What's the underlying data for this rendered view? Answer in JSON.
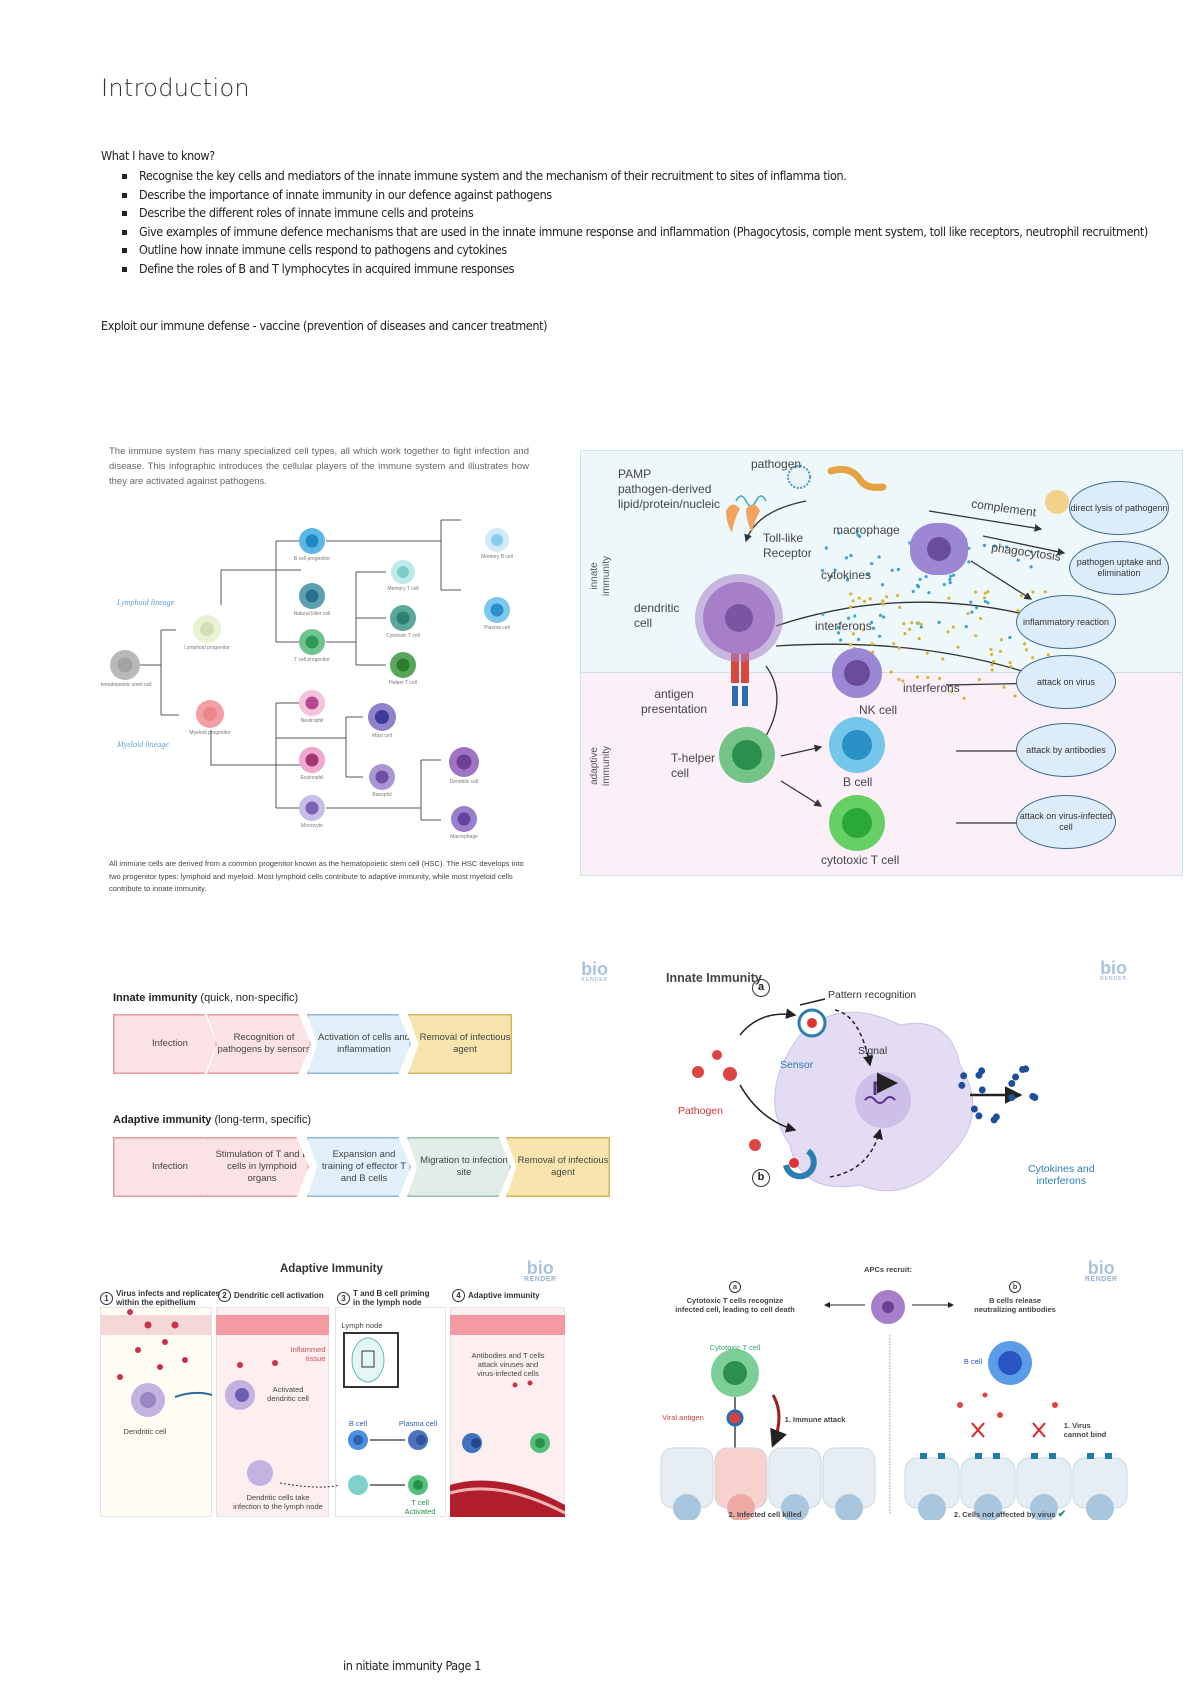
{
  "page": {
    "title": "Introduction",
    "what_to_know": "What I have to know?",
    "bullets": [
      "Recognise the key cells and mediators of the innate immune system and the mechanism of their recruitment to sites of inflamma tion.",
      "Describe the importance of  innate immunity in our defence against pathogens",
      "Describe the different roles of innate immune cells and proteins",
      "Give examples of immune defence mechanisms that are used in the innate immune response and inflammation (Phagocytosis, comple ment system, toll like receptors, neutrophil recruitment)",
      "Outline how innate immune cells respond to pathogens and cytokines",
      "Define the roles of B and T lymphocytes in acquired immune responses"
    ],
    "exploit": "Exploit our immune defense - vaccine (prevention of diseases and cancer treatment)",
    "footer": "in nitiate immunity Page 1"
  },
  "fig_lineage": {
    "intro": "The immune system has many specialized cell types, all which work together to fight infection and disease. This infographic introduces the cellular players of the immune system and illustrates how they are activated against pathogens.",
    "lymphoid_label": "Lymphoid lineage",
    "myeloid_label": "Myeloid lineage",
    "cells": [
      {
        "label": "Hematopoietic stem cell",
        "color": "#b9b9b9",
        "core": "#a2a2a2"
      },
      {
        "label": "Lymphoid progenitor",
        "color": "#e9f2d2",
        "core": "#d3deb8"
      },
      {
        "label": "Myeloid progenitor",
        "color": "#f2a0a4",
        "core": "#e8868c"
      },
      {
        "label": "B cell progenitor",
        "color": "#5bb6e6",
        "core": "#1f86c3"
      },
      {
        "label": "Natural killer cell",
        "color": "#5d9fb3",
        "core": "#2a6f8d"
      },
      {
        "label": "T cell progenitor",
        "color": "#6fc48e",
        "core": "#2f9a57"
      },
      {
        "label": "Memory T cell",
        "color": "#bfe9e6",
        "core": "#7ccfc9"
      },
      {
        "label": "Cytotoxic T cell",
        "color": "#5aa89a",
        "core": "#2d7f72"
      },
      {
        "label": "Helper T cell",
        "color": "#5aa65a",
        "core": "#2d7c2d"
      },
      {
        "label": "Memory B cell",
        "color": "#d2e9f8",
        "core": "#8ccbf0"
      },
      {
        "label": "Plasma cell",
        "color": "#7cc8ee",
        "core": "#2b8fcc"
      },
      {
        "label": "Neutrophil",
        "color": "#f5c2dc",
        "core": "#b5488f"
      },
      {
        "label": "Eosinophil",
        "color": "#f0a8cf",
        "core": "#a2356f"
      },
      {
        "label": "Monocyte",
        "color": "#c7bde8",
        "core": "#7d63b8"
      },
      {
        "label": "Mast cell",
        "color": "#8f82c8",
        "core": "#3c3a9c"
      },
      {
        "label": "Basophil",
        "color": "#aa96d0",
        "core": "#6b4fa6"
      },
      {
        "label": "Dendritic cell",
        "color": "#a072c2",
        "core": "#6b3f93"
      },
      {
        "label": "Macrophage",
        "color": "#9a7fcf",
        "core": "#65469f"
      }
    ],
    "caption": "All immune cells are derived from a common progenitor known as the hematopoietic stem cell (HSC). The HSC develops into two progenitor types: lymphoid and myeloid. Most lymphoid cells contribute to adaptive immunity, while most myeloid cells contribute to innate immunity."
  },
  "fig_overview": {
    "innate_label": "innate immunity",
    "adaptive_label": "adaptive immunity",
    "pamp": "PAMP\npathogen-derived\nlipid/protein/nucleic",
    "pathogen": "pathogen",
    "complement": "complement",
    "toll_like": "Toll-like\nReceptor",
    "macrophage": "macrophage",
    "phagocytosis": "phagocytosis",
    "cytokines": "cytokines",
    "dendritic": "dendritic\ncell",
    "interferons_1": "interferons",
    "interferons_2": "interferons",
    "nk_cell": "NK cell",
    "antigen_presentation": "antigen\npresentation",
    "t_helper": "T-helper\ncell",
    "b_cell": "B cell",
    "cytotoxic": "cytotoxic T cell",
    "outcomes": [
      "direct lysis of pathogenn",
      "pathogen uptake and elimination",
      "inflammatory reaction",
      "attack on virus",
      "attack by antibodies",
      "attack on virus-infected cell"
    ],
    "colors": {
      "innate_bg": "#eef8fb",
      "adaptive_bg": "#fbf0f8",
      "oval": "#dcecf8"
    }
  },
  "fig_flow": {
    "logo": "bio",
    "logo_sub": "RENDER",
    "innate_title_bold": "Innate immunity",
    "innate_title_rest": " (quick, non-specific)",
    "innate_steps": [
      "Infection",
      "Recognition of pathogens by sensors",
      "Activation of cells and inflammation",
      "Removal of infectious agent"
    ],
    "adaptive_title_bold": "Adaptive immunity",
    "adaptive_title_rest": " (long-term, specific)",
    "adaptive_steps": [
      "Infection",
      "Stimulation of T and B cells in lymphoid organs",
      "Expansion and training of effector T and B cells",
      "Migration to infection site",
      "Removal of infectious agent"
    ]
  },
  "fig_innate": {
    "title": "Innate Immunity",
    "logo": "bio",
    "logo_sub": "RENDER",
    "a": "a",
    "b": "b",
    "pattern_recognition": "Pattern recognition",
    "sensor": "Sensor",
    "signal": "Signal",
    "pathogen": "Pathogen",
    "cytokines": "Cytokines and\ninterferons"
  },
  "fig_adaptive": {
    "title": "Adaptive Immunity",
    "logo": "bio",
    "logo_sub": "RENDER",
    "steps": [
      {
        "num": "1",
        "label": "Virus infects and replicates\nwithin the epithelium"
      },
      {
        "num": "2",
        "label": "Dendritic cell activation"
      },
      {
        "num": "3",
        "label": "T and B cell priming\nin the lymph node"
      },
      {
        "num": "4",
        "label": "Adaptive immunity"
      }
    ],
    "dendritic_cell": "Dendritic cell",
    "inflamed": "Inflammed\ntissue",
    "activated_dc": "Activated\ndendritic cell",
    "dc_take": "Dendritic cells take\ninfection to the lymph node",
    "lymph_node": "Lymph node",
    "b_cell": "B cell",
    "plasma_cell": "Plasma cell",
    "t_cell": "T cell\nActivated",
    "antibodies": "Antibodies and T cells\nattack viruses and\nvirus-infected cells"
  },
  "fig_apc": {
    "logo": "bio",
    "logo_sub": "RENDER",
    "apcs": "APCs recruit:",
    "a": "a",
    "b": "b",
    "a_text": "Cytotoxic T cells recognize\ninfected cell, leading to cell death",
    "b_text": "B cells release\nneutralizing antibodies",
    "cytotoxic": "Cytotoxic T cell",
    "viral_antigen": "Viral antigen",
    "immune_attack": "1. Immune attack",
    "infected_killed": "2. Infected cell killed",
    "b_cell": "B cell",
    "cannot_bind": "1. Virus\ncannot bind",
    "not_affected": "2. Cells not affected by virus",
    "check": "✔"
  }
}
